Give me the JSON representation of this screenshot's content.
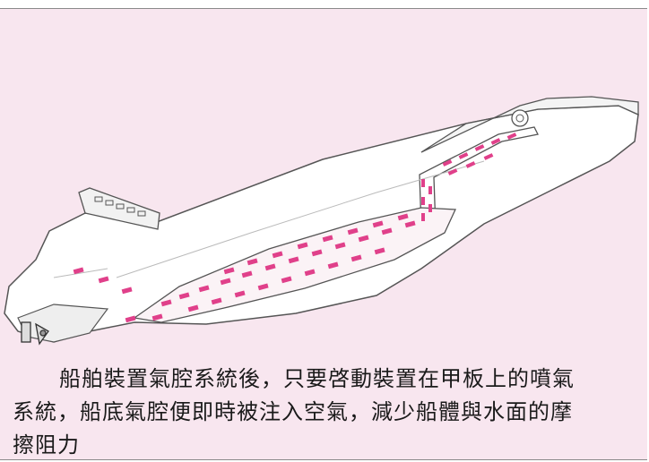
{
  "caption": {
    "line1": "船舶裝置氣腔系統後，只要啓動裝置在甲板上的噴氣",
    "line2": "系統，船底氣腔便即時被注入空氣，減少船體與水面的摩",
    "line3": "擦阻力"
  },
  "colors": {
    "background": "#f8e6ef",
    "hull_fill": "#ffffff",
    "hull_stroke": "#555555",
    "air_bubbles": "#e0408a"
  },
  "icons": {
    "ship": "ship-hull-illustration",
    "air": "air-bubble-markers"
  }
}
